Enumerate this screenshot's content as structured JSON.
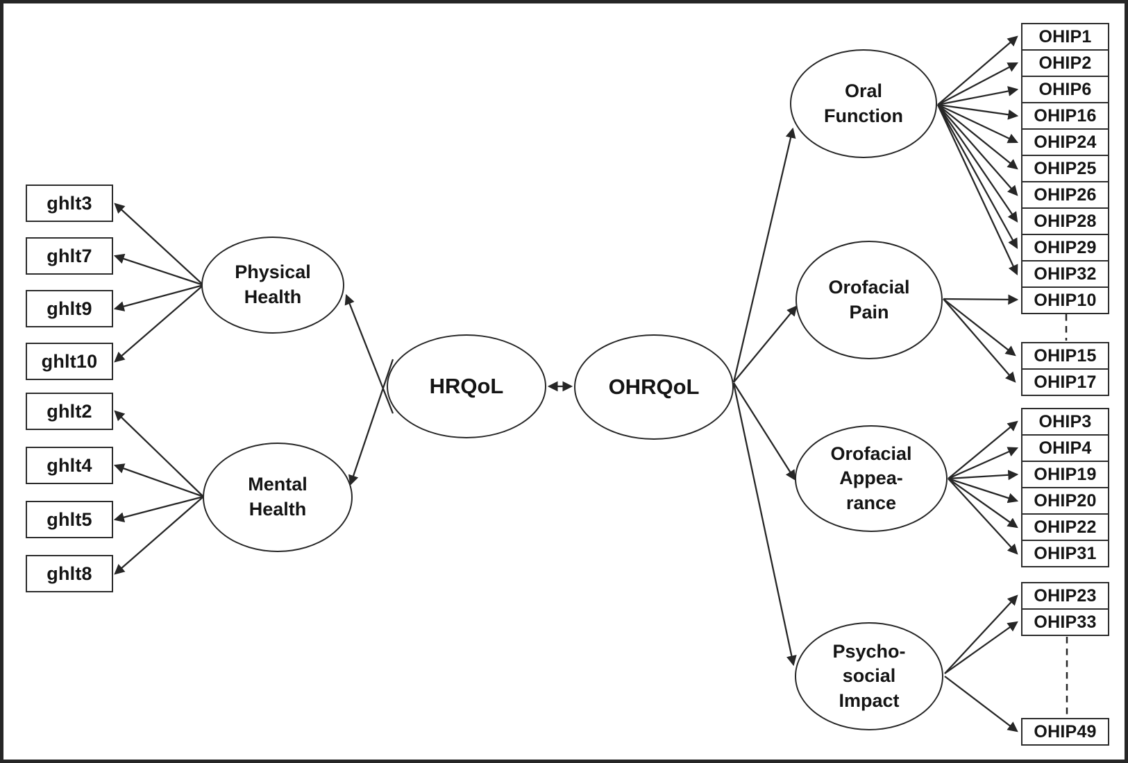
{
  "latents": {
    "hrqol": {
      "label": "HRQoL"
    },
    "ohrqol": {
      "label": "OHRQoL"
    },
    "physical_health": {
      "line1": "Physical",
      "line2": "Health"
    },
    "mental_health": {
      "line1": "Mental",
      "line2": "Health"
    },
    "oral_function": {
      "line1": "Oral",
      "line2": "Function"
    },
    "orofacial_pain": {
      "line1": "Orofacial",
      "line2": "Pain"
    },
    "orofacial_appearance": {
      "line1": "Orofacial",
      "line2": "Appea-",
      "line3": "rance"
    },
    "psychosocial_impact": {
      "line1": "Psycho-",
      "line2": "social",
      "line3": "Impact"
    }
  },
  "indicators": {
    "physical_health": [
      "ghlt3",
      "ghlt7",
      "ghlt9",
      "ghlt10"
    ],
    "mental_health": [
      "ghlt2",
      "ghlt4",
      "ghlt5",
      "ghlt8"
    ],
    "oral_function": [
      "OHIP1",
      "OHIP2",
      "OHIP6",
      "OHIP16",
      "OHIP24",
      "OHIP25",
      "OHIP26",
      "OHIP28",
      "OHIP29",
      "OHIP32",
      "OHIP10"
    ],
    "orofacial_pain": [
      "OHIP15",
      "OHIP17"
    ],
    "orofacial_appearance": [
      "OHIP3",
      "OHIP4",
      "OHIP19",
      "OHIP20",
      "OHIP22",
      "OHIP31"
    ],
    "psychosocial_impact": [
      "OHIP23",
      "OHIP33"
    ],
    "psychosocial_impact_distal": [
      "OHIP49"
    ]
  },
  "edges": [
    {
      "from": "HRQoL",
      "to": "Physical Health",
      "type": "directed"
    },
    {
      "from": "HRQoL",
      "to": "Mental Health",
      "type": "directed"
    },
    {
      "from": "HRQoL",
      "to": "OHRQoL",
      "type": "bidirectional"
    },
    {
      "from": "OHRQoL",
      "to": "Oral Function",
      "type": "directed"
    },
    {
      "from": "OHRQoL",
      "to": "Orofacial Pain",
      "type": "directed"
    },
    {
      "from": "OHRQoL",
      "to": "Orofacial Appearance",
      "type": "directed"
    },
    {
      "from": "OHRQoL",
      "to": "Psychosocial Impact",
      "type": "directed"
    },
    {
      "from": "Physical Health",
      "to": "ghlt3, ghlt7, ghlt9, ghlt10",
      "type": "directed"
    },
    {
      "from": "Mental Health",
      "to": "ghlt2, ghlt4, ghlt5, ghlt8",
      "type": "directed"
    },
    {
      "from": "Oral Function",
      "to": "OHIP1, OHIP2, OHIP6, OHIP16, OHIP24, OHIP25, OHIP26, OHIP28, OHIP29, OHIP32",
      "type": "directed"
    },
    {
      "from": "Orofacial Pain",
      "to": "OHIP10, OHIP15, OHIP17",
      "type": "directed"
    },
    {
      "from": "Orofacial Appearance",
      "to": "OHIP3, OHIP4, OHIP19, OHIP20, OHIP22, OHIP31",
      "type": "directed"
    },
    {
      "from": "Psychosocial Impact",
      "to": "OHIP23, OHIP33, OHIP49",
      "type": "directed"
    },
    {
      "from": "OHIP10",
      "to": "OHIP15",
      "type": "dashed-ellipsis"
    },
    {
      "from": "OHIP33",
      "to": "OHIP49",
      "type": "dashed-ellipsis"
    }
  ],
  "colors": {
    "ink": "#262626",
    "background": "#ffffff",
    "text": "#141414"
  }
}
